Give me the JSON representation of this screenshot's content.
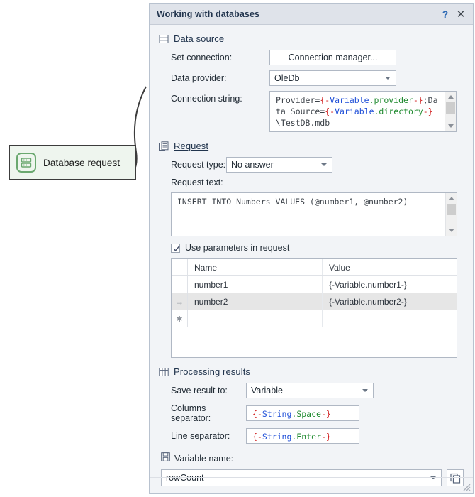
{
  "canvas": {
    "node": {
      "label": "Database request",
      "icon": "database-icon"
    },
    "connector_icon": "curved-connector"
  },
  "dialog": {
    "title": "Working with databases",
    "help_label": "?",
    "close_label": "✕",
    "sections": {
      "data_source": {
        "heading": "Data source",
        "icon": "database-table-icon",
        "set_connection_label": "Set connection:",
        "connection_manager_button": "Connection manager...",
        "data_provider_label": "Data provider:",
        "data_provider_value": "OleDb",
        "connection_string_label": "Connection string:",
        "connection_string_value": "Provider={-Variable.provider-};Data Source={-Variable.directory-}\\TestDB.mdb",
        "connection_string_tokens": [
          {
            "t": "Provider=",
            "k": "plain"
          },
          {
            "t": "{-",
            "k": "brace"
          },
          {
            "t": "Variable",
            "k": "ns"
          },
          {
            "t": ".provider",
            "k": "prop"
          },
          {
            "t": "-}",
            "k": "brace"
          },
          {
            "t": ";Data Source=",
            "k": "plain"
          },
          {
            "t": "{-",
            "k": "brace"
          },
          {
            "t": "Variable",
            "k": "ns"
          },
          {
            "t": ".directory",
            "k": "prop"
          },
          {
            "t": "-}",
            "k": "brace"
          },
          {
            "t": "\\TestDB.mdb",
            "k": "plain"
          }
        ]
      },
      "request": {
        "heading": "Request",
        "icon": "request-document-icon",
        "request_type_label": "Request type:",
        "request_type_value": "No answer",
        "request_text_label": "Request text:",
        "request_text_value": "INSERT INTO Numbers VALUES (@number1, @number2)",
        "use_parameters_label": "Use parameters in request",
        "use_parameters_checked": true,
        "table": {
          "columns": [
            "Name",
            "Value"
          ],
          "rows": [
            {
              "selector": "",
              "name": "number1",
              "value": "{-Variable.number1-}",
              "selected": false
            },
            {
              "selector": "→",
              "name": "number2",
              "value": "{-Variable.number2-}",
              "selected": true
            },
            {
              "selector": "✱",
              "name": "",
              "value": "",
              "selected": false
            }
          ]
        }
      },
      "processing_results": {
        "heading": "Processing results",
        "icon": "grid-table-icon",
        "save_result_label": "Save result to:",
        "save_result_value": "Variable",
        "columns_separator_label": "Columns separator:",
        "columns_separator_value": "{-String.Space-}",
        "columns_separator_tokens": [
          {
            "t": "{-",
            "k": "brace"
          },
          {
            "t": "String",
            "k": "ns"
          },
          {
            "t": ".Space",
            "k": "prop"
          },
          {
            "t": "-}",
            "k": "brace"
          }
        ],
        "line_separator_label": "Line separator:",
        "line_separator_value": "{-String.Enter-}",
        "line_separator_tokens": [
          {
            "t": "{-",
            "k": "brace"
          },
          {
            "t": "String",
            "k": "ns"
          },
          {
            "t": ".Enter",
            "k": "prop"
          },
          {
            "t": "-}",
            "k": "brace"
          }
        ]
      },
      "variable": {
        "heading": "Variable name:",
        "icon": "save-floppy-icon",
        "value": "rowCount",
        "copy_icon": "copy-icon",
        "resize_grip_icon": "resize-grip-icon"
      }
    }
  },
  "colors": {
    "dialog_bg": "#f2f4f7",
    "titlebar_bg": "#dfe3ea",
    "heading_text": "#21344d",
    "node_fill": "#eef5ee",
    "node_border": "#3c3c3c",
    "node_icon_green": "#6aa86f",
    "syntax_brace_red": "#d01c1c",
    "syntax_namespace_blue": "#1f4fd8",
    "syntax_property_green": "#1f8a2f",
    "row_selected_bg": "#e6e6e6"
  }
}
